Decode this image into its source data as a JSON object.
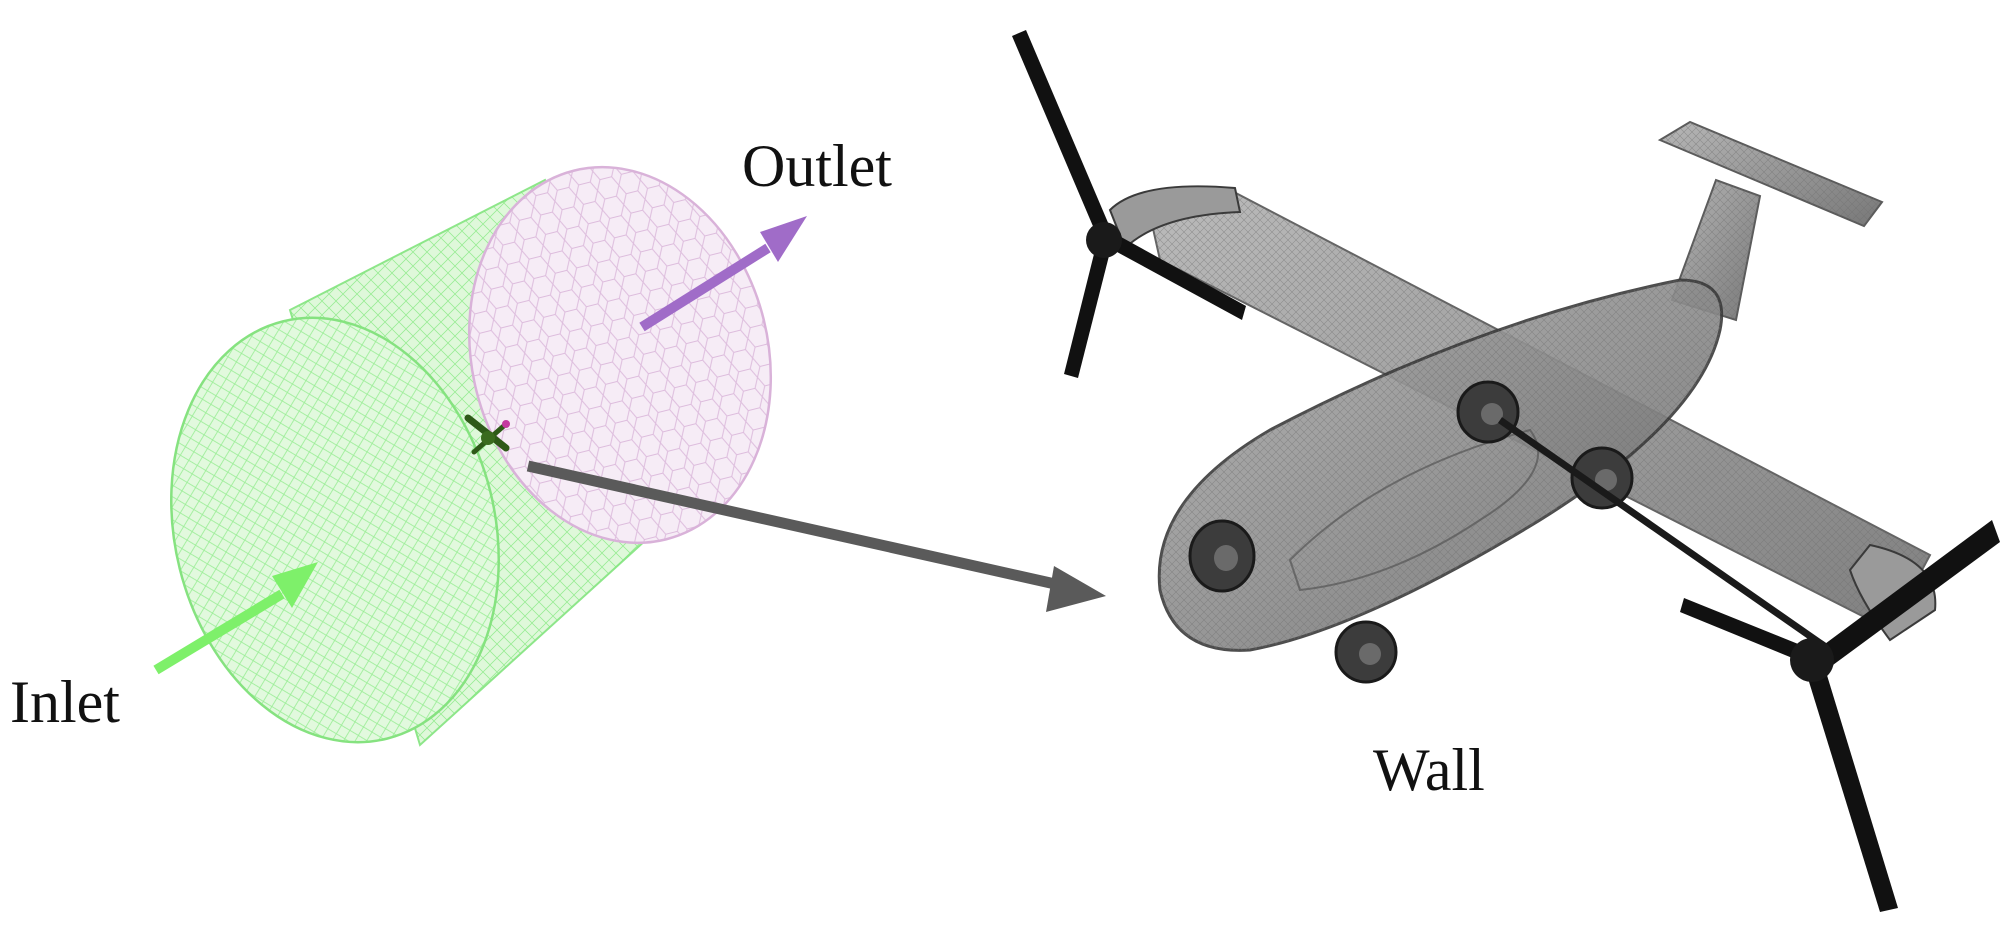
{
  "labels": {
    "outlet": "Outlet",
    "inlet": "Inlet",
    "wall": "Wall"
  },
  "colors": {
    "domain_mesh": "#7ee87a",
    "outlet_face": "#e8c8e8",
    "inlet_arrow": "#7ef06a",
    "outlet_arrow": "#a06cc8",
    "pointer_arrow": "#5a5a5a",
    "aircraft_body": "#8a8a8a",
    "propeller": "#111111"
  },
  "icons": [
    "mini-aircraft-icon"
  ]
}
